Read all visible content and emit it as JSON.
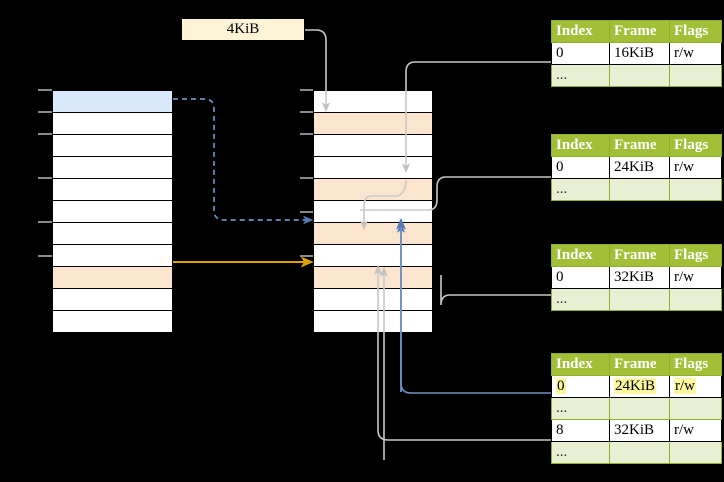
{
  "diagram": {
    "title_label": "4KiB",
    "page_size_label": {
      "text": "4KiB",
      "bg": "#fdf3d7"
    },
    "colors": {
      "header_green": "#a2c037",
      "row_light_green": "#e9efd2",
      "highlight_yellow": "#fcf8a0",
      "cell_blue": "#dae8fb",
      "cell_peach": "#fce5ce",
      "arrow_orange": "#e0a000",
      "arrow_blue": "#6f8fc4",
      "arrow_gray": "#c8c8c8",
      "background": "#000000"
    },
    "left_block": {
      "name": "virtual-address-space",
      "row_count": 11,
      "rows": [
        {
          "index": 0,
          "fill": "blue"
        },
        {
          "index": 1,
          "fill": "white"
        },
        {
          "index": 2,
          "fill": "white"
        },
        {
          "index": 3,
          "fill": "white"
        },
        {
          "index": 4,
          "fill": "white"
        },
        {
          "index": 5,
          "fill": "white"
        },
        {
          "index": 6,
          "fill": "white"
        },
        {
          "index": 7,
          "fill": "white"
        },
        {
          "index": 8,
          "fill": "peach"
        },
        {
          "index": 9,
          "fill": "white"
        },
        {
          "index": 10,
          "fill": "white"
        }
      ]
    },
    "middle_block": {
      "name": "physical-memory",
      "row_count": 11,
      "rows": [
        {
          "index": 0,
          "fill": "white"
        },
        {
          "index": 1,
          "fill": "peach"
        },
        {
          "index": 2,
          "fill": "white"
        },
        {
          "index": 3,
          "fill": "white"
        },
        {
          "index": 4,
          "fill": "peach"
        },
        {
          "index": 5,
          "fill": "white"
        },
        {
          "index": 6,
          "fill": "peach"
        },
        {
          "index": 7,
          "fill": "white"
        },
        {
          "index": 8,
          "fill": "peach"
        },
        {
          "index": 9,
          "fill": "white"
        },
        {
          "index": 10,
          "fill": "white"
        }
      ]
    },
    "tables": [
      {
        "name": "page-table-level-4",
        "headers": [
          "Index",
          "Frame",
          "Flags"
        ],
        "rows": [
          {
            "cells": [
              "0",
              "16KiB",
              "r/w"
            ],
            "kind": "value",
            "highlight": [
              false,
              false,
              false
            ]
          },
          {
            "cells": [
              "...",
              "",
              ""
            ],
            "kind": "ellipsis",
            "highlight": [
              false,
              false,
              false
            ]
          }
        ]
      },
      {
        "name": "page-table-level-3",
        "headers": [
          "Index",
          "Frame",
          "Flags"
        ],
        "rows": [
          {
            "cells": [
              "0",
              "24KiB",
              "r/w"
            ],
            "kind": "value",
            "highlight": [
              false,
              false,
              false
            ]
          },
          {
            "cells": [
              "...",
              "",
              ""
            ],
            "kind": "ellipsis",
            "highlight": [
              false,
              false,
              false
            ]
          }
        ]
      },
      {
        "name": "page-table-level-2",
        "headers": [
          "Index",
          "Frame",
          "Flags"
        ],
        "rows": [
          {
            "cells": [
              "0",
              "32KiB",
              "r/w"
            ],
            "kind": "value",
            "highlight": [
              false,
              false,
              false
            ]
          },
          {
            "cells": [
              "...",
              "",
              ""
            ],
            "kind": "ellipsis",
            "highlight": [
              false,
              false,
              false
            ]
          }
        ]
      },
      {
        "name": "page-table-level-1",
        "headers": [
          "Index",
          "Frame",
          "Flags"
        ],
        "rows": [
          {
            "cells": [
              "0",
              "24KiB",
              "r/w"
            ],
            "kind": "value",
            "highlight": [
              true,
              true,
              true
            ]
          },
          {
            "cells": [
              "...",
              "",
              ""
            ],
            "kind": "ellipsis",
            "highlight": [
              false,
              false,
              false
            ]
          },
          {
            "cells": [
              "8",
              "32KiB",
              "r/w"
            ],
            "kind": "value",
            "highlight": [
              false,
              false,
              false
            ]
          },
          {
            "cells": [
              "...",
              "",
              ""
            ],
            "kind": "ellipsis",
            "highlight": [
              false,
              false,
              false
            ]
          }
        ]
      }
    ],
    "connectors": [
      {
        "name": "blue-dashed-virtual-to-physical",
        "style": "dashed",
        "color": "#6f8fc4"
      },
      {
        "name": "orange-solid-virtual-to-physical",
        "style": "solid",
        "color": "#e0a000"
      },
      {
        "name": "gray-pagesize-to-frame",
        "style": "solid",
        "color": "#c8c8c8"
      },
      {
        "name": "gray-table1-to-frame",
        "style": "solid",
        "color": "#c8c8c8"
      },
      {
        "name": "gray-table2-to-frame",
        "style": "solid",
        "color": "#c8c8c8"
      },
      {
        "name": "gray-table3-to-frame",
        "style": "solid",
        "color": "#c8c8c8"
      },
      {
        "name": "gray-table4-row8-to-frame",
        "style": "solid",
        "color": "#c8c8c8"
      },
      {
        "name": "blue-table4-row0-to-frame",
        "style": "solid",
        "color": "#6f8fc4"
      }
    ]
  }
}
